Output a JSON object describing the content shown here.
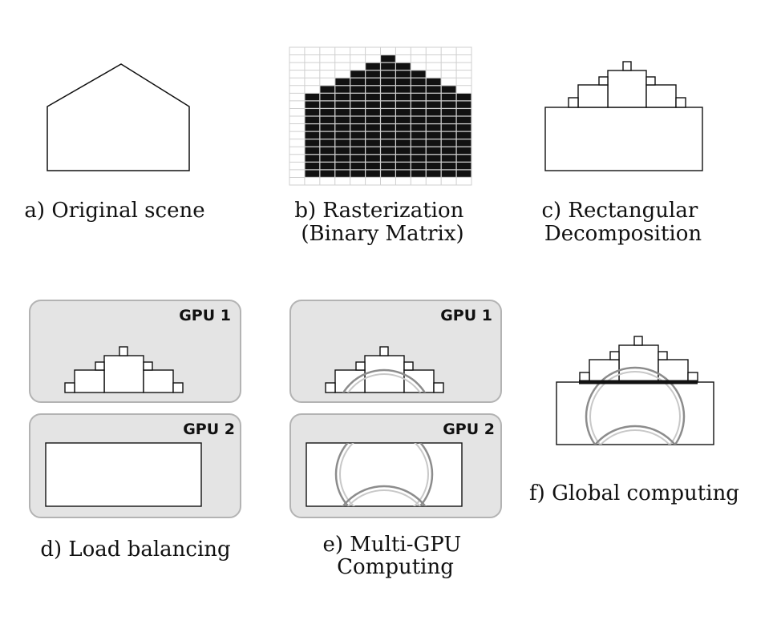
{
  "colors": {
    "ink": "#111111",
    "panel_fill": "#e4e4e4",
    "panel_border": "#b3b3b3",
    "grid_line": "#cfcfcf",
    "arc_dark": "#8c8c8c",
    "arc_light": "#c8c8c8"
  },
  "captions": {
    "a": [
      "a) Original scene"
    ],
    "b": [
      "b) Rasterization",
      "(Binary Matrix)"
    ],
    "c": [
      "c) Rectangular",
      "Decomposition"
    ],
    "d": [
      "d) Load balancing"
    ],
    "e": [
      "e) Multi-GPU",
      "Computing"
    ],
    "f": [
      "f) Global computing"
    ]
  },
  "gpu_labels": {
    "gpu1": "GPU 1",
    "gpu2": "GPU 2"
  },
  "raster": {
    "rows": 18,
    "cols": 12,
    "filled_rows": [
      {
        "from": 6,
        "to": 6
      },
      {
        "from": 5,
        "to": 7
      },
      {
        "from": 4,
        "to": 8
      },
      {
        "from": 3,
        "to": 9
      },
      {
        "from": 2,
        "to": 10
      },
      {
        "from": 1,
        "to": 11
      },
      {
        "from": 1,
        "to": 11
      },
      {
        "from": 1,
        "to": 11
      },
      {
        "from": 1,
        "to": 11
      },
      {
        "from": 1,
        "to": 11
      },
      {
        "from": 1,
        "to": 11
      },
      {
        "from": 1,
        "to": 11
      },
      {
        "from": 1,
        "to": 11
      },
      {
        "from": 1,
        "to": 11
      },
      {
        "from": 1,
        "to": 11
      },
      {
        "from": 1,
        "to": 11
      }
    ],
    "grid_cols": 12,
    "grid_rows": 18
  }
}
